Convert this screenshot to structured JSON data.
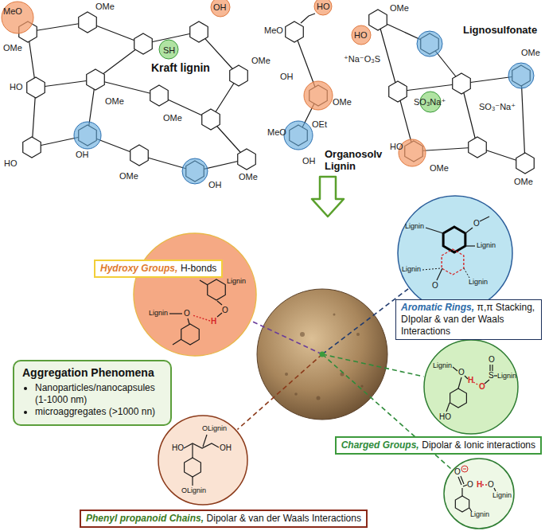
{
  "diagram": {
    "nodes": [
      {
        "text": [
          "Lignin",
          "O",
          "H",
          "Lignin",
          "O"
        ]
      },
      {
        "text": [
          "Hydroxy Groups,",
          "H-bonds"
        ]
      },
      {
        "text": [
          "Lignin",
          "O",
          "Lignin",
          "Lignin",
          "O",
          "Lignin"
        ]
      },
      {
        "text": [
          "Aromatic Rings,",
          "π,π Stacking, DIpolar & van der Waals Interactions"
        ]
      },
      {
        "text": [
          "Lignin",
          "O",
          "H",
          "O",
          "S",
          "O",
          "Lignin",
          "HO"
        ]
      },
      {
        "text": [
          "Aggregation Phenomena",
          "Nanoparticles/nanocapsules (1-1000 nm)",
          "microaggregates (>1000 nn)"
        ]
      },
      {
        "text": [
          "Charged Groups,",
          "Dipolar & Ionic interactions"
        ]
      },
      {
        "text": [
          "OLignin",
          "HO",
          "OH",
          "OLignin"
        ]
      },
      {
        "text": [
          "O",
          "O",
          "H",
          "O",
          "Lignin",
          "Lignin"
        ]
      },
      {
        "text": [
          "Phenyl propanoid Chains,",
          "Dipolar & van der Waals Interactions"
        ]
      }
    ],
    "labels": [
      "Kraft lignin",
      "Organosolv Lignin",
      "Lignosulfonate",
      "MeO",
      "OMe",
      "OMe",
      "SH",
      "OH",
      "OMe",
      "HO",
      "OMe",
      "OMe",
      "HO",
      "OH",
      "OMe",
      "OH",
      "OMe",
      "HO",
      "MeO",
      "OH",
      "OMe",
      "MeO",
      "OEt",
      "OH",
      "OMe",
      "HO",
      "⁺Na⁻O₃S",
      "SO₃Na⁺",
      "SO₃⁻Na⁺",
      "OMe",
      "HO",
      "OMe",
      "OMe"
    ]
  }
}
